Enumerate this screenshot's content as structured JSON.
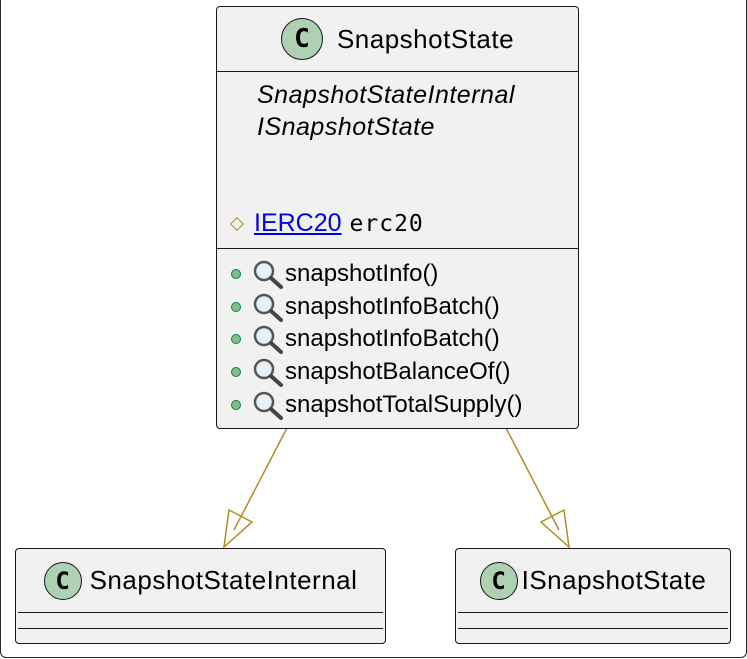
{
  "main_class": {
    "name": "SnapshotState",
    "stereotype_icon": "C",
    "parents": [
      "SnapshotStateInternal",
      "ISnapshotState"
    ],
    "field": {
      "visibility_icon": "protected-diamond-icon",
      "type": "IERC20",
      "name": "erc20"
    },
    "methods": [
      {
        "name": "snapshotInfo()"
      },
      {
        "name": "snapshotInfoBatch()"
      },
      {
        "name": "snapshotInfoBatch()"
      },
      {
        "name": "snapshotBalanceOf()"
      },
      {
        "name": "snapshotTotalSupply()"
      }
    ]
  },
  "child_classes": [
    {
      "name": "SnapshotStateInternal",
      "stereotype_icon": "C"
    },
    {
      "name": "ISnapshotState",
      "stereotype_icon": "C"
    }
  ],
  "colors": {
    "class_bg": "#f1f1f1",
    "circle_bg": "#add1b2",
    "edge": "#b38d22",
    "link": "#0000ee",
    "method_dot": "#84be84"
  }
}
